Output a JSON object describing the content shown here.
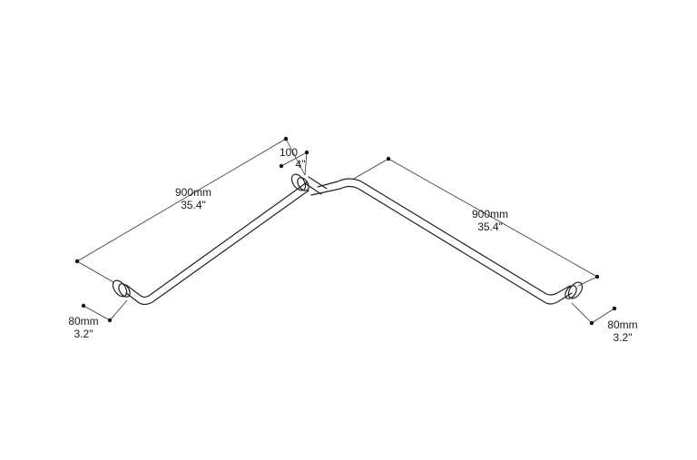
{
  "dimensions": {
    "left_length_mm": "900mm",
    "left_length_in": "35.4\"",
    "right_length_mm": "900mm",
    "right_length_in": "35.4\"",
    "center_offset_mm": "100",
    "center_offset_in": "4\"",
    "left_projection_mm": "80mm",
    "left_projection_in": "3.2\"",
    "right_projection_mm": "80mm",
    "right_projection_in": "3.2\""
  }
}
